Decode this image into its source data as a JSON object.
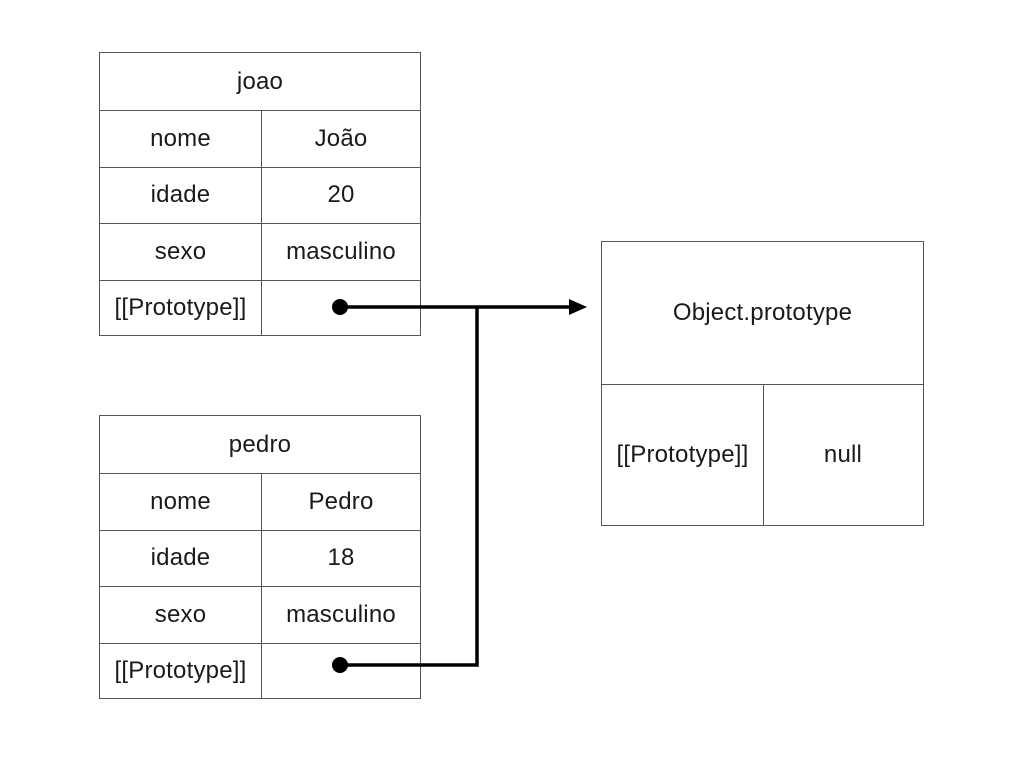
{
  "objects": {
    "joao": {
      "title": "joao",
      "rows": [
        {
          "key": "nome",
          "value": "João"
        },
        {
          "key": "idade",
          "value": "20"
        },
        {
          "key": "sexo",
          "value": "masculino"
        },
        {
          "key": "[[Prototype]]",
          "value": ""
        }
      ]
    },
    "pedro": {
      "title": "pedro",
      "rows": [
        {
          "key": "nome",
          "value": "Pedro"
        },
        {
          "key": "idade",
          "value": "18"
        },
        {
          "key": "sexo",
          "value": "masculino"
        },
        {
          "key": "[[Prototype]]",
          "value": ""
        }
      ]
    },
    "object_prototype": {
      "title": "Object.prototype",
      "rows": [
        {
          "key": "[[Prototype]]",
          "value": "null"
        }
      ]
    }
  },
  "links": [
    {
      "from": "joao.[[Prototype]]",
      "to": "Object.prototype"
    },
    {
      "from": "pedro.[[Prototype]]",
      "to": "Object.prototype"
    }
  ],
  "colors": {
    "border": "#555555",
    "text": "#1a1a1a",
    "arrow": "#000000"
  }
}
